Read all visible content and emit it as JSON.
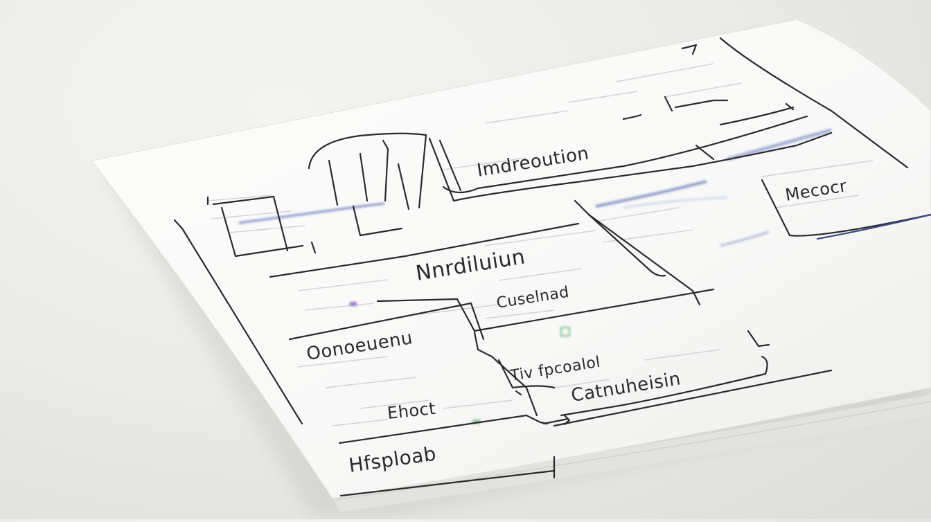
{
  "photo": {
    "subject": "paper-sheet-with-hand-drawn-diagram",
    "colors": {
      "background": "#e6e6e3",
      "paper": "#fbfbfa",
      "ink": "#2a2a2e",
      "faint_line": "#c9c9cf",
      "blue_smudge": "#5b6fb5",
      "purple_mark": "#8a6cc7",
      "green_mark": "#5aa870"
    },
    "labels": {
      "top_box": "Imdreoution",
      "right_box": "Mecocr",
      "center_box": "Nnrdiluiun",
      "center_sub": "Cuselnad",
      "left_mid": "Oonoeuenu",
      "lower_mid": "Tiv fpcoalol",
      "lower_right": "Catnuheisin",
      "lower_left": "Ehoct",
      "bottom_left": "Hfsploab"
    }
  }
}
